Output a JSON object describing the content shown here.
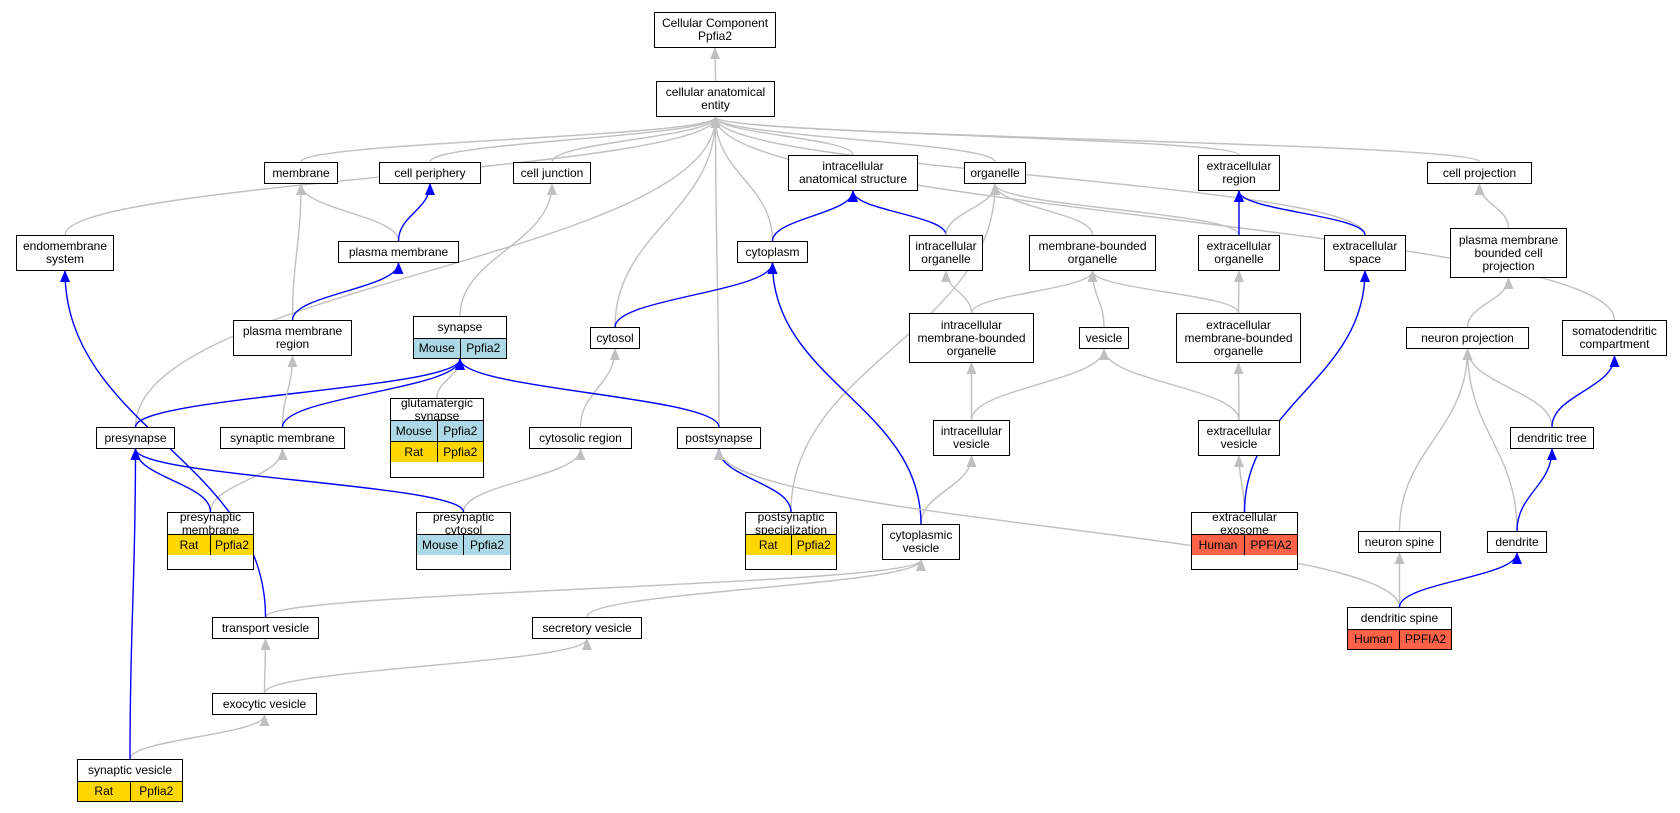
{
  "colors": {
    "is_a_edge": "#c0c0c0",
    "part_of_edge": "#0000ff",
    "mouse": "#add8e6",
    "rat": "#ffd700",
    "human": "#ff6347"
  },
  "nodes": {
    "root": {
      "label": "Cellular Component\nPpfia2"
    },
    "cae": {
      "label": "cellular anatomical\nentity"
    },
    "membrane": {
      "label": "membrane"
    },
    "cell_periphery": {
      "label": "cell periphery"
    },
    "cell_junction": {
      "label": "cell junction"
    },
    "intracellular_structure": {
      "label": "intracellular\nanatomical structure"
    },
    "organelle": {
      "label": "organelle"
    },
    "extracellular_region": {
      "label": "extracellular\nregion"
    },
    "cell_projection": {
      "label": "cell projection"
    },
    "endomembrane": {
      "label": "endomembrane\nsystem"
    },
    "plasma_membrane": {
      "label": "plasma membrane"
    },
    "cytoplasm": {
      "label": "cytoplasm"
    },
    "intracellular_organelle": {
      "label": "intracellular\norganelle"
    },
    "membrane_bounded_organelle": {
      "label": "membrane-bounded\norganelle"
    },
    "extracellular_organelle": {
      "label": "extracellular\norganelle"
    },
    "extracellular_space": {
      "label": "extracellular\nspace"
    },
    "pm_bounded_projection": {
      "label": "plasma membrane\nbounded cell\nprojection"
    },
    "pm_region": {
      "label": "plasma membrane\nregion"
    },
    "synapse": {
      "label": "synapse",
      "annotations": [
        [
          "Mouse",
          "Ppfia2"
        ]
      ]
    },
    "cytosol": {
      "label": "cytosol"
    },
    "intra_mb_organelle": {
      "label": "intracellular\nmembrane-bounded\norganelle"
    },
    "vesicle": {
      "label": "vesicle"
    },
    "extra_mb_organelle": {
      "label": "extracellular\nmembrane-bounded\norganelle"
    },
    "neuron_projection": {
      "label": "neuron projection"
    },
    "somatodendritic": {
      "label": "somatodendritic\ncompartment"
    },
    "presynapse": {
      "label": "presynapse"
    },
    "synaptic_membrane": {
      "label": "synaptic membrane"
    },
    "glutamatergic_synapse": {
      "label": "glutamatergic\nsynapse",
      "annotations": [
        [
          "Mouse",
          "Ppfia2"
        ],
        [
          "Rat",
          "Ppfia2"
        ]
      ]
    },
    "cytosolic_region": {
      "label": "cytosolic region"
    },
    "postsynapse": {
      "label": "postsynapse"
    },
    "intracellular_vesicle": {
      "label": "intracellular\nvesicle"
    },
    "extracellular_vesicle": {
      "label": "extracellular\nvesicle"
    },
    "dendritic_tree": {
      "label": "dendritic tree"
    },
    "presynaptic_membrane": {
      "label": "presynaptic\nmembrane",
      "annotations": [
        [
          "Rat",
          "Ppfia2"
        ]
      ]
    },
    "presynaptic_cytosol": {
      "label": "presynaptic\ncytosol",
      "annotations": [
        [
          "Mouse",
          "Ppfia2"
        ]
      ]
    },
    "postsynaptic_specialization": {
      "label": "postsynaptic\nspecialization",
      "annotations": [
        [
          "Rat",
          "Ppfia2"
        ]
      ]
    },
    "cytoplasmic_vesicle": {
      "label": "cytoplasmic\nvesicle"
    },
    "extracellular_exosome": {
      "label": "extracellular\nexosome",
      "annotations": [
        [
          "Human",
          "PPFIA2"
        ]
      ]
    },
    "neuron_spine": {
      "label": "neuron spine"
    },
    "dendrite": {
      "label": "dendrite"
    },
    "transport_vesicle": {
      "label": "transport vesicle"
    },
    "secretory_vesicle": {
      "label": "secretory vesicle"
    },
    "dendritic_spine": {
      "label": "dendritic spine",
      "annotations": [
        [
          "Human",
          "PPFIA2"
        ]
      ]
    },
    "exocytic_vesicle": {
      "label": "exocytic vesicle"
    },
    "synaptic_vesicle": {
      "label": "synaptic vesicle",
      "annotations": [
        [
          "Rat",
          "Ppfia2"
        ]
      ]
    }
  },
  "edges": [
    {
      "from": "cae",
      "to": "root",
      "type": "is_a"
    },
    {
      "from": "endomembrane",
      "to": "cae",
      "type": "is_a"
    },
    {
      "from": "presynapse",
      "to": "cae",
      "type": "is_a"
    },
    {
      "from": "membrane",
      "to": "cae",
      "type": "is_a"
    },
    {
      "from": "cell_periphery",
      "to": "cae",
      "type": "is_a"
    },
    {
      "from": "cell_junction",
      "to": "cae",
      "type": "is_a"
    },
    {
      "from": "cytosol",
      "to": "cae",
      "type": "is_a"
    },
    {
      "from": "postsynapse",
      "to": "cae",
      "type": "is_a"
    },
    {
      "from": "cytoplasm",
      "to": "cae",
      "type": "is_a"
    },
    {
      "from": "intracellular_structure",
      "to": "cae",
      "type": "is_a"
    },
    {
      "from": "organelle",
      "to": "cae",
      "type": "is_a"
    },
    {
      "from": "extracellular_region",
      "to": "cae",
      "type": "is_a"
    },
    {
      "from": "extracellular_space",
      "to": "cae",
      "type": "is_a"
    },
    {
      "from": "cell_projection",
      "to": "cae",
      "type": "is_a"
    },
    {
      "from": "somatodendritic",
      "to": "cae",
      "type": "is_a"
    },
    {
      "from": "plasma_membrane",
      "to": "membrane",
      "type": "is_a"
    },
    {
      "from": "plasma_membrane",
      "to": "cell_periphery",
      "type": "part_of"
    },
    {
      "from": "pm_region",
      "to": "membrane",
      "type": "is_a"
    },
    {
      "from": "pm_region",
      "to": "plasma_membrane",
      "type": "part_of"
    },
    {
      "from": "synapse",
      "to": "cell_junction",
      "type": "is_a"
    },
    {
      "from": "cytoplasm",
      "to": "intracellular_structure",
      "type": "part_of"
    },
    {
      "from": "intracellular_organelle",
      "to": "intracellular_structure",
      "type": "part_of"
    },
    {
      "from": "intracellular_organelle",
      "to": "organelle",
      "type": "is_a"
    },
    {
      "from": "membrane_bounded_organelle",
      "to": "organelle",
      "type": "is_a"
    },
    {
      "from": "extracellular_organelle",
      "to": "organelle",
      "type": "is_a"
    },
    {
      "from": "extracellular_organelle",
      "to": "extracellular_region",
      "type": "part_of"
    },
    {
      "from": "extracellular_space",
      "to": "extracellular_region",
      "type": "part_of"
    },
    {
      "from": "pm_bounded_projection",
      "to": "cell_projection",
      "type": "is_a"
    },
    {
      "from": "cytosol",
      "to": "cytoplasm",
      "type": "part_of"
    },
    {
      "from": "intra_mb_organelle",
      "to": "intracellular_organelle",
      "type": "is_a"
    },
    {
      "from": "intra_mb_organelle",
      "to": "membrane_bounded_organelle",
      "type": "is_a"
    },
    {
      "from": "vesicle",
      "to": "membrane_bounded_organelle",
      "type": "is_a"
    },
    {
      "from": "extra_mb_organelle",
      "to": "membrane_bounded_organelle",
      "type": "is_a"
    },
    {
      "from": "extra_mb_organelle",
      "to": "extracellular_organelle",
      "type": "is_a"
    },
    {
      "from": "neuron_projection",
      "to": "pm_bounded_projection",
      "type": "is_a"
    },
    {
      "from": "presynapse",
      "to": "synapse",
      "type": "part_of"
    },
    {
      "from": "synaptic_membrane",
      "to": "pm_region",
      "type": "is_a"
    },
    {
      "from": "synaptic_membrane",
      "to": "synapse",
      "type": "part_of"
    },
    {
      "from": "glutamatergic_synapse",
      "to": "synapse",
      "type": "is_a"
    },
    {
      "from": "cytosolic_region",
      "to": "cytosol",
      "type": "is_a"
    },
    {
      "from": "postsynapse",
      "to": "synapse",
      "type": "part_of"
    },
    {
      "from": "intracellular_vesicle",
      "to": "intra_mb_organelle",
      "type": "is_a"
    },
    {
      "from": "intracellular_vesicle",
      "to": "vesicle",
      "type": "is_a"
    },
    {
      "from": "extracellular_vesicle",
      "to": "vesicle",
      "type": "is_a"
    },
    {
      "from": "extracellular_vesicle",
      "to": "extra_mb_organelle",
      "type": "is_a"
    },
    {
      "from": "dendritic_tree",
      "to": "neuron_projection",
      "type": "is_a"
    },
    {
      "from": "dendritic_tree",
      "to": "somatodendritic",
      "type": "part_of"
    },
    {
      "from": "presynaptic_membrane",
      "to": "synaptic_membrane",
      "type": "is_a"
    },
    {
      "from": "presynaptic_membrane",
      "to": "presynapse",
      "type": "part_of"
    },
    {
      "from": "presynaptic_cytosol",
      "to": "cytosolic_region",
      "type": "is_a"
    },
    {
      "from": "presynaptic_cytosol",
      "to": "presynapse",
      "type": "part_of"
    },
    {
      "from": "postsynaptic_specialization",
      "to": "organelle",
      "type": "is_a"
    },
    {
      "from": "postsynaptic_specialization",
      "to": "postsynapse",
      "type": "part_of"
    },
    {
      "from": "cytoplasmic_vesicle",
      "to": "intracellular_vesicle",
      "type": "is_a"
    },
    {
      "from": "cytoplasmic_vesicle",
      "to": "cytoplasm",
      "type": "part_of"
    },
    {
      "from": "extracellular_exosome",
      "to": "extracellular_vesicle",
      "type": "is_a"
    },
    {
      "from": "extracellular_exosome",
      "to": "extracellular_space",
      "type": "part_of"
    },
    {
      "from": "neuron_spine",
      "to": "neuron_projection",
      "type": "is_a"
    },
    {
      "from": "dendrite",
      "to": "neuron_projection",
      "type": "is_a"
    },
    {
      "from": "dendrite",
      "to": "dendritic_tree",
      "type": "part_of"
    },
    {
      "from": "transport_vesicle",
      "to": "cytoplasmic_vesicle",
      "type": "is_a"
    },
    {
      "from": "transport_vesicle",
      "to": "endomembrane",
      "type": "part_of"
    },
    {
      "from": "secretory_vesicle",
      "to": "cytoplasmic_vesicle",
      "type": "is_a"
    },
    {
      "from": "dendritic_spine",
      "to": "neuron_spine",
      "type": "is_a"
    },
    {
      "from": "dendritic_spine",
      "to": "postsynapse",
      "type": "is_a"
    },
    {
      "from": "dendritic_spine",
      "to": "dendrite",
      "type": "part_of"
    },
    {
      "from": "exocytic_vesicle",
      "to": "transport_vesicle",
      "type": "is_a"
    },
    {
      "from": "exocytic_vesicle",
      "to": "secretory_vesicle",
      "type": "is_a"
    },
    {
      "from": "synaptic_vesicle",
      "to": "exocytic_vesicle",
      "type": "is_a"
    },
    {
      "from": "synaptic_vesicle",
      "to": "presynapse",
      "type": "part_of"
    }
  ]
}
